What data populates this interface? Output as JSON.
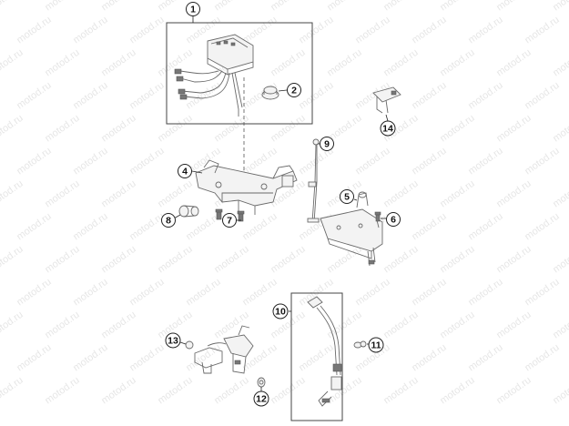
{
  "watermark": "motod.ru",
  "callouts": [
    {
      "id": "1",
      "label": "1"
    },
    {
      "id": "2",
      "label": "2"
    },
    {
      "id": "4",
      "label": "4"
    },
    {
      "id": "5",
      "label": "5"
    },
    {
      "id": "6",
      "label": "6"
    },
    {
      "id": "7",
      "label": "7"
    },
    {
      "id": "8",
      "label": "8"
    },
    {
      "id": "9",
      "label": "9"
    },
    {
      "id": "10",
      "label": "10"
    },
    {
      "id": "11",
      "label": "11"
    },
    {
      "id": "12",
      "label": "12"
    },
    {
      "id": "13",
      "label": "13"
    },
    {
      "id": "14",
      "label": "14"
    }
  ],
  "colors": {
    "line": "#6a6a6a",
    "callout_stroke": "#222222",
    "watermark": "#d2d2d2"
  }
}
